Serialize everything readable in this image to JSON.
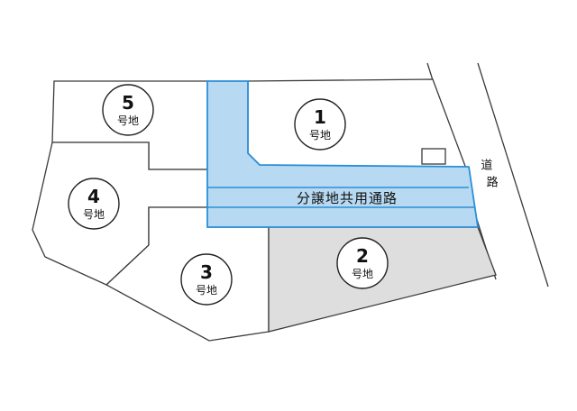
{
  "lots": [
    {
      "number": "5",
      "suffix": "号地"
    },
    {
      "number": "1",
      "suffix": "号地"
    },
    {
      "number": "4",
      "suffix": "号地"
    },
    {
      "number": "3",
      "suffix": "号地"
    },
    {
      "number": "2",
      "suffix": "号地"
    }
  ],
  "shared_road": {
    "label": "分譲地共用通路"
  },
  "public_road": {
    "char1": "道",
    "char2": "路"
  },
  "colors": {
    "shared_road_fill": "#b7d9f2",
    "shared_road_stroke": "#2a8fd6",
    "lot2_fill": "#dedede"
  }
}
